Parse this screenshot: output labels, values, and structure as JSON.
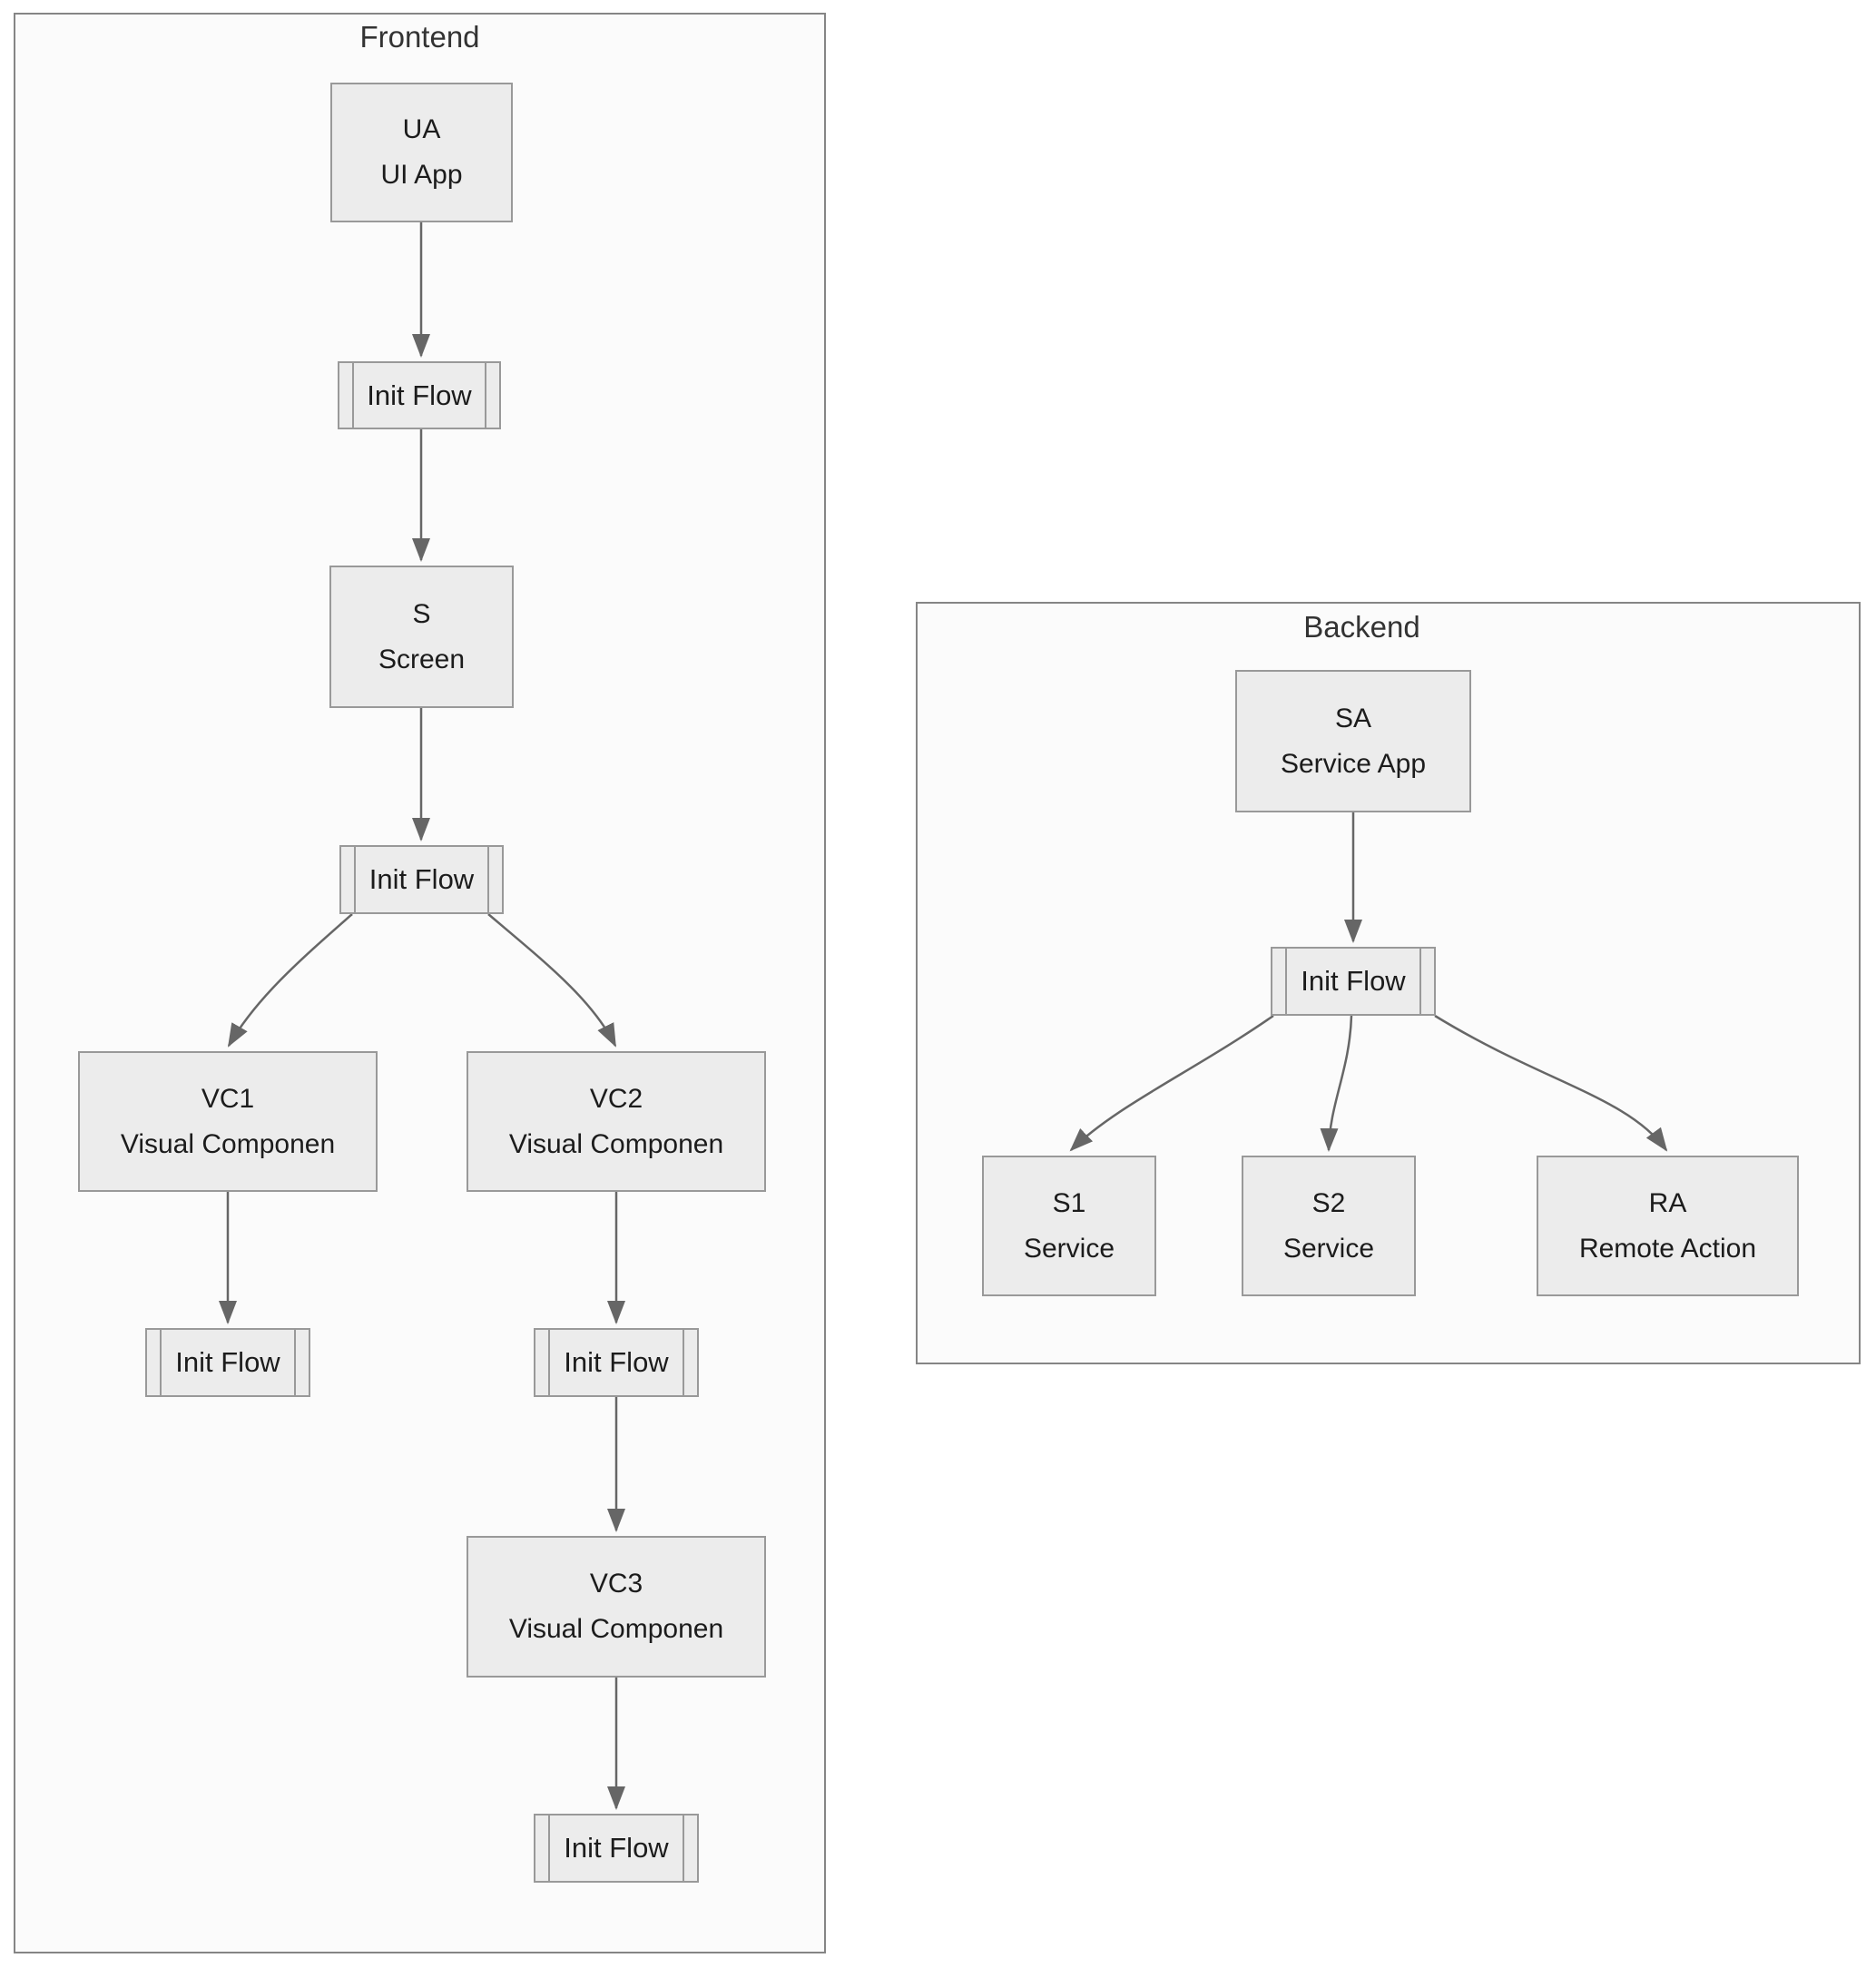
{
  "diagram_type": "flowchart",
  "colors": {
    "node_fill": "#ececec",
    "node_border": "#999999",
    "cluster_fill": "#fbfbfb",
    "cluster_border": "#858585",
    "edge_color": "#666666",
    "text_color": "#1c1c1c",
    "title_color": "#333333",
    "page_bg": "#ffffff"
  },
  "clusters": {
    "frontend": {
      "title": "Frontend"
    },
    "backend": {
      "title": "Backend"
    }
  },
  "nodes": {
    "ua": {
      "title": "UA",
      "subtitle": "UI App"
    },
    "if1": {
      "label": "Init Flow"
    },
    "s": {
      "title": "S",
      "subtitle": "Screen"
    },
    "if2": {
      "label": "Init Flow"
    },
    "vc1": {
      "title": "VC1",
      "subtitle": "Visual Componen"
    },
    "vc2": {
      "title": "VC2",
      "subtitle": "Visual Componen"
    },
    "if3": {
      "label": "Init Flow"
    },
    "if4": {
      "label": "Init Flow"
    },
    "vc3": {
      "title": "VC3",
      "subtitle": "Visual Componen"
    },
    "if5": {
      "label": "Init Flow"
    },
    "sa": {
      "title": "SA",
      "subtitle": "Service App"
    },
    "ifb": {
      "label": "Init Flow"
    },
    "s1": {
      "title": "S1",
      "subtitle": "Service"
    },
    "s2": {
      "title": "S2",
      "subtitle": "Service"
    },
    "ra": {
      "title": "RA",
      "subtitle": "Remote Action"
    }
  },
  "edges": [
    {
      "from": "ua",
      "to": "if1"
    },
    {
      "from": "if1",
      "to": "s"
    },
    {
      "from": "s",
      "to": "if2"
    },
    {
      "from": "if2",
      "to": "vc1"
    },
    {
      "from": "if2",
      "to": "vc2"
    },
    {
      "from": "vc1",
      "to": "if3"
    },
    {
      "from": "vc2",
      "to": "if4"
    },
    {
      "from": "if4",
      "to": "vc3"
    },
    {
      "from": "vc3",
      "to": "if5"
    },
    {
      "from": "sa",
      "to": "ifb"
    },
    {
      "from": "ifb",
      "to": "s1"
    },
    {
      "from": "ifb",
      "to": "s2"
    },
    {
      "from": "ifb",
      "to": "ra"
    }
  ]
}
